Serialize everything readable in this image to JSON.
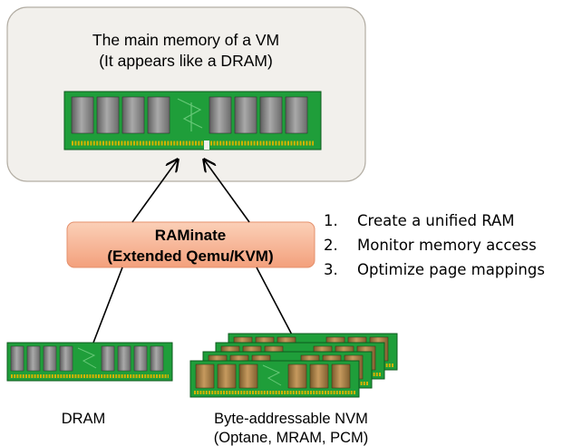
{
  "vm_box": {
    "title_line1": "The main memory of a VM",
    "title_line2": "(It appears like a DRAM)"
  },
  "raminate": {
    "line1": "RAMinate",
    "line2": "(Extended Qemu/KVM)"
  },
  "steps": [
    {
      "number": "1.",
      "text": "Create a unified RAM"
    },
    {
      "number": "2.",
      "text": "Monitor memory access"
    },
    {
      "number": "3.",
      "text": "Optimize page mappings"
    }
  ],
  "dram_label": "DRAM",
  "nvm_label_line1": "Byte-addressable NVM",
  "nvm_label_line2": "(Optane, MRAM, PCM)",
  "colors": {
    "vm_box_fill": "#f2f0ec",
    "vm_box_stroke": "#b3aea4",
    "raminate_fill_top": "#fbd0b8",
    "raminate_fill_bottom": "#f3a07c",
    "raminate_stroke": "#e4906c",
    "pcb_green": "#1f9e3a",
    "dram_chip": "#7b7b7b",
    "nvm_chip": "#a07a45",
    "gold_contacts": "#d4b200"
  }
}
